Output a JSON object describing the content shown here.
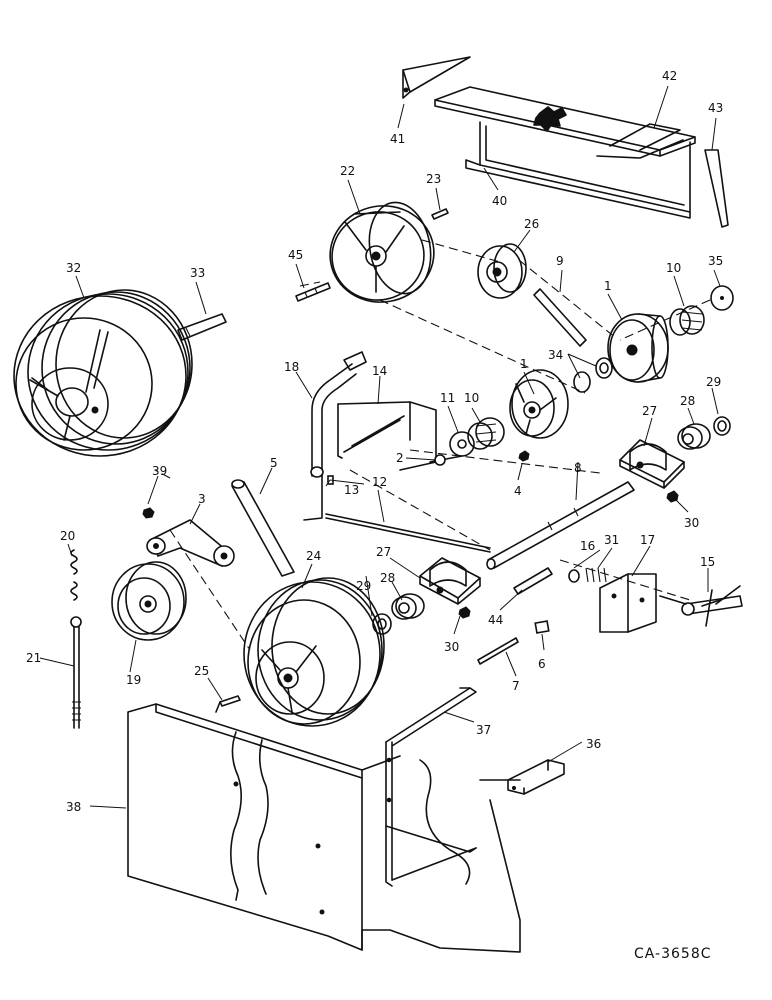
{
  "drawing_code": "CA-3658C",
  "callouts": [
    {
      "id": "c1a",
      "text": "1"
    },
    {
      "id": "c1b",
      "text": "1"
    },
    {
      "id": "c2",
      "text": "2"
    },
    {
      "id": "c3",
      "text": "3"
    },
    {
      "id": "c4",
      "text": "4"
    },
    {
      "id": "c5",
      "text": "5"
    },
    {
      "id": "c6",
      "text": "6"
    },
    {
      "id": "c7",
      "text": "7"
    },
    {
      "id": "c8",
      "text": "8"
    },
    {
      "id": "c9",
      "text": "9"
    },
    {
      "id": "c10a",
      "text": "10"
    },
    {
      "id": "c10b",
      "text": "10"
    },
    {
      "id": "c11",
      "text": "11"
    },
    {
      "id": "c12",
      "text": "12"
    },
    {
      "id": "c13",
      "text": "13"
    },
    {
      "id": "c14",
      "text": "14"
    },
    {
      "id": "c15",
      "text": "15"
    },
    {
      "id": "c16",
      "text": "16"
    },
    {
      "id": "c17",
      "text": "17"
    },
    {
      "id": "c18",
      "text": "18"
    },
    {
      "id": "c19",
      "text": "19"
    },
    {
      "id": "c20",
      "text": "20"
    },
    {
      "id": "c21",
      "text": "21"
    },
    {
      "id": "c22",
      "text": "22"
    },
    {
      "id": "c23",
      "text": "23"
    },
    {
      "id": "c24",
      "text": "24"
    },
    {
      "id": "c25",
      "text": "25"
    },
    {
      "id": "c26",
      "text": "26"
    },
    {
      "id": "c27a",
      "text": "27"
    },
    {
      "id": "c27b",
      "text": "27"
    },
    {
      "id": "c28a",
      "text": "28"
    },
    {
      "id": "c28b",
      "text": "28"
    },
    {
      "id": "c29a",
      "text": "29"
    },
    {
      "id": "c29b",
      "text": "29"
    },
    {
      "id": "c30a",
      "text": "30"
    },
    {
      "id": "c30b",
      "text": "30"
    },
    {
      "id": "c31",
      "text": "31"
    },
    {
      "id": "c32",
      "text": "32"
    },
    {
      "id": "c33",
      "text": "33"
    },
    {
      "id": "c34",
      "text": "34"
    },
    {
      "id": "c35",
      "text": "35"
    },
    {
      "id": "c36",
      "text": "36"
    },
    {
      "id": "c37",
      "text": "37"
    },
    {
      "id": "c38",
      "text": "38"
    },
    {
      "id": "c39",
      "text": "39"
    },
    {
      "id": "c40",
      "text": "40"
    },
    {
      "id": "c41",
      "text": "41"
    },
    {
      "id": "c42",
      "text": "42"
    },
    {
      "id": "c43",
      "text": "43"
    },
    {
      "id": "c44",
      "text": "44"
    },
    {
      "id": "c45",
      "text": "45"
    }
  ]
}
